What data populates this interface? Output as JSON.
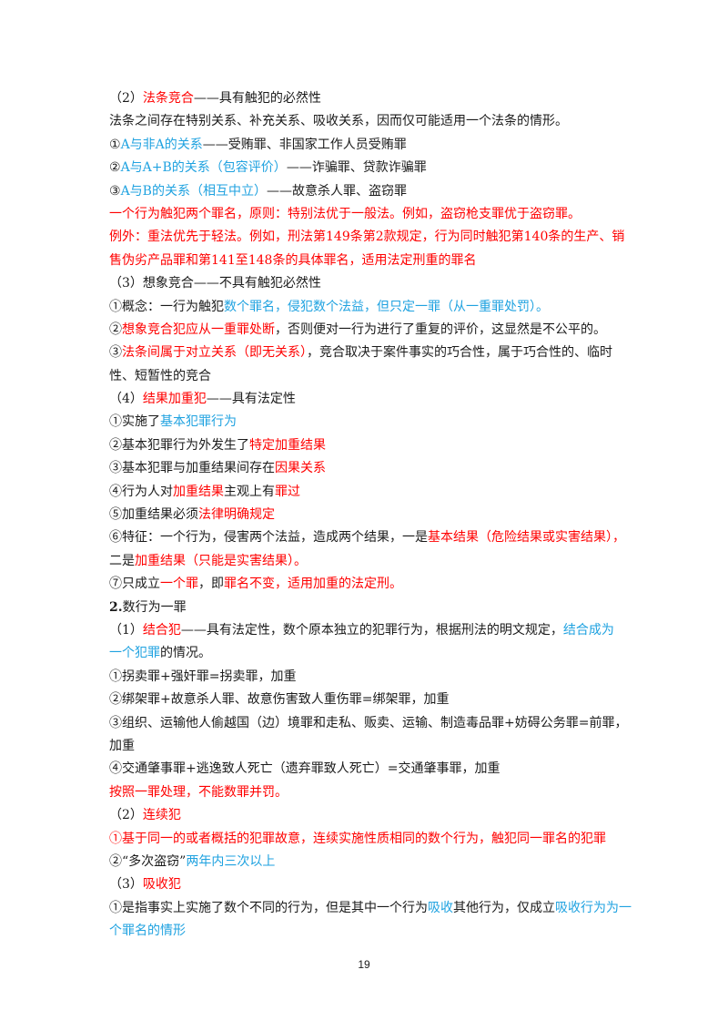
{
  "lines": [
    [
      [
        "（2）",
        ""
      ],
      [
        "法条竞合",
        "r"
      ],
      [
        "——具有触犯的必然性",
        ""
      ]
    ],
    [
      [
        "法条之间存在特别关系、补充关系、吸收关系，因而仅可能适用一个法条的情形。",
        ""
      ]
    ],
    [
      [
        "①",
        ""
      ],
      [
        "A与非A的关系",
        "b"
      ],
      [
        "——受贿罪、非国家工作人员受贿罪",
        ""
      ]
    ],
    [
      [
        "②",
        ""
      ],
      [
        "A与A+B的关系（包容评价）",
        "b"
      ],
      [
        "——诈骗罪、贷款诈骗罪",
        ""
      ]
    ],
    [
      [
        "③",
        ""
      ],
      [
        "A与B的关系（相互中立）",
        "b"
      ],
      [
        "——故意杀人罪、盗窃罪",
        ""
      ]
    ],
    [
      [
        "一个行为触犯两个罪名，原则：特别法优于一般法。例如，盗窃枪支罪优于盗窃罪。",
        "r"
      ]
    ],
    [
      [
        "例外：重法优先于轻法。例如，刑法第149条第2款规定，行为同时触犯第140条的生产、销",
        "r"
      ]
    ],
    [
      [
        "售伪劣产品罪和第141至148条的具体罪名，适用法定刑重的罪名",
        "r"
      ]
    ],
    [
      [
        "（3）想象竞合——不具有触犯必然性",
        ""
      ]
    ],
    [
      [
        "①概念：一行为触犯",
        ""
      ],
      [
        "数个罪名，侵犯数个法益，但只定一罪（从一重罪处罚）。",
        "b"
      ]
    ],
    [
      [
        "②",
        ""
      ],
      [
        "想象竞合犯应从一重罪处断",
        "r"
      ],
      [
        "，否则便对一行为进行了重复的评价，这显然是不公平的。",
        ""
      ]
    ],
    [
      [
        "③",
        ""
      ],
      [
        "法条间属于对立关系（即无关系）",
        "r"
      ],
      [
        "，竞合取决于案件事实的巧合性，属于巧合性的、临时",
        ""
      ]
    ],
    [
      [
        "性、短暂性的竞合",
        ""
      ]
    ],
    [
      [
        "（4）",
        ""
      ],
      [
        "结果加重犯",
        "r"
      ],
      [
        "——具有法定性",
        ""
      ]
    ],
    [
      [
        "①实施了",
        ""
      ],
      [
        "基本犯罪行为",
        "b"
      ]
    ],
    [
      [
        "②基本犯罪行为外发生了",
        ""
      ],
      [
        "特定加重结果",
        "r"
      ]
    ],
    [
      [
        "③基本犯罪与加重结果间存在",
        ""
      ],
      [
        "因果关系",
        "r"
      ]
    ],
    [
      [
        "④行为人对",
        ""
      ],
      [
        "加重结果",
        "r"
      ],
      [
        "主观上有",
        ""
      ],
      [
        "罪过",
        "r"
      ]
    ],
    [
      [
        "⑤加重结果必须",
        ""
      ],
      [
        "法律明确规定",
        "r"
      ]
    ],
    [
      [
        "⑥特征：一个行为，侵害两个法益，造成两个结果，一是",
        ""
      ],
      [
        "基本结果（危险结果或实害结果），",
        "r"
      ]
    ],
    [
      [
        "二是",
        ""
      ],
      [
        "加重结果（只能是实害结果）。",
        "r"
      ]
    ],
    [
      [
        "⑦只成立",
        ""
      ],
      [
        "一个罪",
        "r"
      ],
      [
        "，即",
        ""
      ],
      [
        "罪名不变，适用加重的法定刑。",
        "r"
      ]
    ],
    [
      [
        "2.",
        "bold"
      ],
      [
        "数行为一罪",
        ""
      ]
    ],
    [
      [
        "（1）",
        ""
      ],
      [
        "结合犯",
        "r"
      ],
      [
        "——具有法定性，数个原本独立的犯罪行为，根据刑法的明文规定，",
        ""
      ],
      [
        "结合成为",
        "b"
      ]
    ],
    [
      [
        "一个犯罪",
        "b"
      ],
      [
        "的情况。",
        ""
      ]
    ],
    [
      [
        "①拐卖罪+强奸罪=拐卖罪，加重",
        ""
      ]
    ],
    [
      [
        "②绑架罪+故意杀人罪、故意伤害致人重伤罪=绑架罪，加重",
        ""
      ]
    ],
    [
      [
        "③组织、运输他人偷越国（边）境罪和走私、贩卖、运输、制造毒品罪+妨碍公务罪=前罪，",
        ""
      ]
    ],
    [
      [
        "加重",
        ""
      ]
    ],
    [
      [
        "④交通肇事罪+逃逸致人死亡（遗弃罪致人死亡）=交通肇事罪，加重",
        ""
      ]
    ],
    [
      [
        "按照一罪处理，不能数罪并罚。",
        "r"
      ]
    ],
    [
      [
        "（2）",
        ""
      ],
      [
        "连续犯",
        "r"
      ]
    ],
    [
      [
        "①基于同一的或者概括的犯罪故意，连续实施性质相同的数个行为，触犯同一罪名的犯罪",
        "r"
      ]
    ],
    [
      [
        "②“多次盗窃”",
        ""
      ],
      [
        "两年内三次以上",
        "b"
      ]
    ],
    [
      [
        "（3）",
        ""
      ],
      [
        "吸收犯",
        "r"
      ]
    ],
    [
      [
        "①是指事实上实施了数个不同的行为，但是其中一个行为",
        ""
      ],
      [
        "吸收",
        "b"
      ],
      [
        "其他行为，仅成立",
        ""
      ],
      [
        "吸收行为为一",
        "b"
      ]
    ],
    [
      [
        "个罪名的情形",
        "b"
      ]
    ]
  ],
  "page_number": "19",
  "colors": {
    "red": "#ff0000",
    "blue": "#1fa2e0",
    "text": "#1a1a1a"
  }
}
